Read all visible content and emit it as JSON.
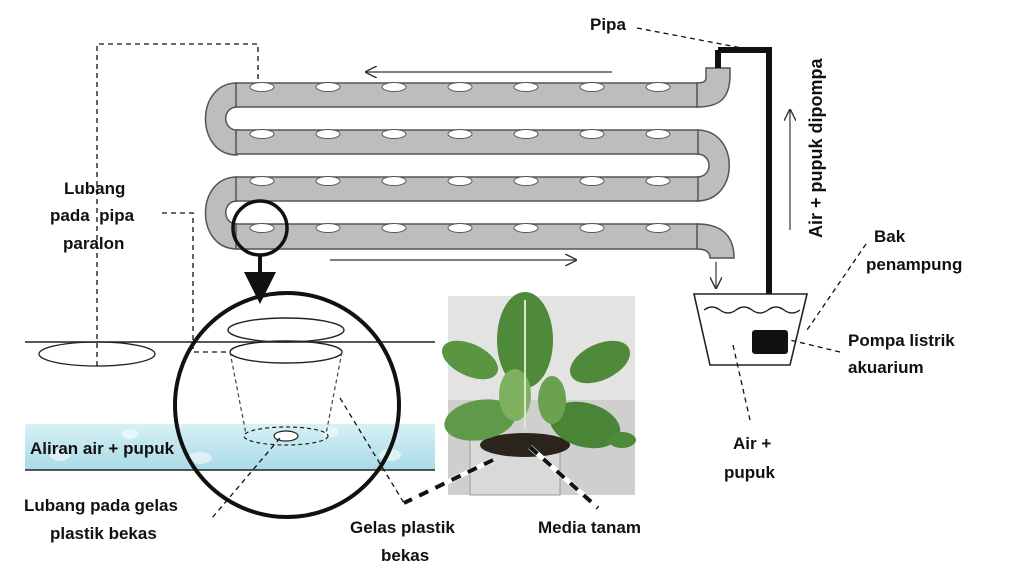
{
  "labels": {
    "pipa": "Pipa",
    "flow_up_pump": "Air + pupuk dipompa",
    "bak_1": "Bak",
    "bak_2": "penampung",
    "pompa_1": "Pompa listrik",
    "pompa_2": "akuarium",
    "air_1": "Air +",
    "air_2": "pupuk",
    "lubang_pipa_1": "Lubang",
    "lubang_pipa_2": "pada  pipa",
    "lubang_pipa_3": "paralon",
    "aliran": "Aliran air + pupuk",
    "lubang_gelas_1": "Lubang pada gelas",
    "lubang_gelas_2": "plastik bekas",
    "gelas_1": "Gelas plastik",
    "gelas_2": "bekas",
    "media": "Media tanam"
  },
  "colors": {
    "pipe_fill": "#bdbdbd",
    "pipe_stroke": "#555555",
    "water_band": "#bfe6ef",
    "pump": "#111111",
    "photo_bg": "#e8e8e8",
    "leaf": "#4f8a3a",
    "leaf_light": "#7fb060",
    "soil": "#2a241c"
  },
  "icons": {
    "pump": "pump-icon",
    "plant": "plant-photo",
    "magnifier": "magnifier-circle-icon"
  }
}
